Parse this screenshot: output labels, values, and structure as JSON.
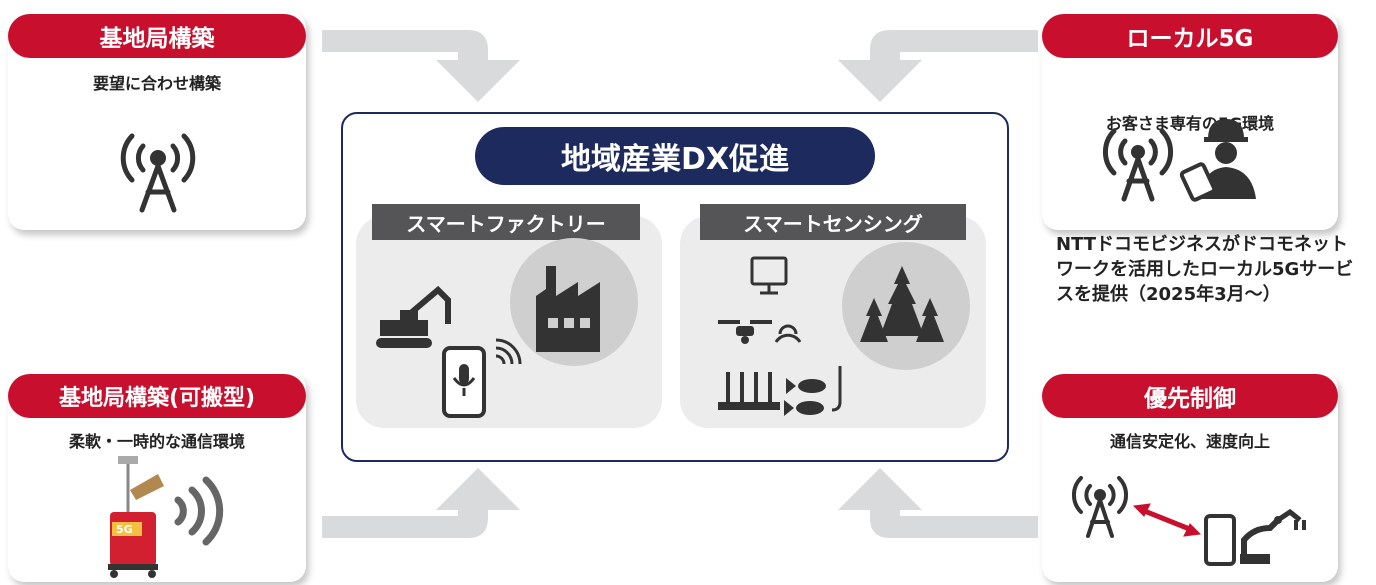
{
  "cards": {
    "top_left": {
      "tag": "基地局構築",
      "sub": "要望に合わせ構築"
    },
    "bottom_left": {
      "tag": "基地局構築(可搬型)",
      "sub": "柔軟・一時的な通信環境"
    },
    "top_right": {
      "tag": "ローカル5G",
      "sub": "お客さま専有の5G環境"
    },
    "bottom_right": {
      "tag": "優先制御",
      "sub": "通信安定化、速度向上"
    }
  },
  "center": {
    "title": "地域産業DX促進",
    "left_panel": "スマートファクトリー",
    "right_panel": "スマートセンシング"
  },
  "note": "NTTドコモビジネスがドコモネットワークを活用したローカル5Gサービスを提供（2025年3月～）",
  "device_label": "5G",
  "colors": {
    "accent_red": "#c8102e",
    "navy": "#1c2a5e",
    "panel_grey": "#ececec",
    "label_grey": "#555558",
    "arrow_grey": "#d9dadb"
  }
}
